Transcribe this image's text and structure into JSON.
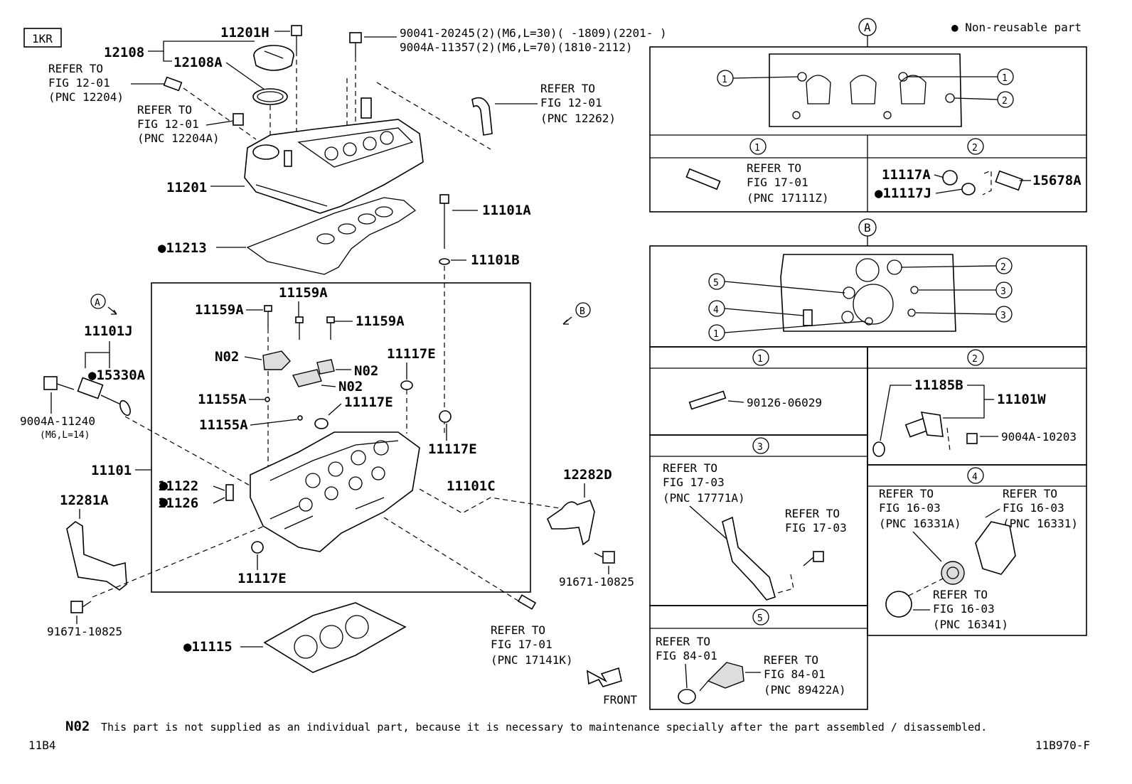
{
  "header": {
    "model": "1KR",
    "legend": "● Non-reusable part"
  },
  "main_labels": {
    "p11201H": "11201H",
    "p12108": "12108",
    "p12108A": "12108A",
    "bolt1": "90041-20245(2)(M6,L=30)(     -1809)(2201-     )",
    "bolt2": "9004A-11357(2)(M6,L=70)(1810-2112)",
    "ref1_a": "REFER TO",
    "ref1_b": "FIG 12-01",
    "ref1_c": "(PNC 12204)",
    "ref2_a": "REFER TO",
    "ref2_b": "FIG 12-01",
    "ref2_c": "(PNC 12204A)",
    "ref3_a": "REFER TO",
    "ref3_b": "FIG 12-01",
    "ref3_c": "(PNC 12262)",
    "p11201": "11201",
    "p11213": "●11213",
    "p11101A": "11101A",
    "p11101B": "11101B",
    "circA": "A",
    "circB": "B",
    "p11101J": "11101J",
    "p15330A": "●15330A",
    "p9004A11240": "9004A-11240",
    "p9004A11240b": "(M6,L=14)",
    "p11159A_1": "11159A",
    "p11159A_2": "11159A",
    "p11159A_3": "11159A",
    "pN02_1": "N02",
    "pN02_2": "N02",
    "pN02_3": "N02",
    "p11117E_1": "11117E",
    "p11117E_2": "11117E",
    "p11117E_3": "11117E",
    "p11117E_4": "11117E",
    "p11155A_1": "11155A",
    "p11155A_2": "11155A",
    "p11101": "11101",
    "p11122": "11122",
    "p11126": "11126",
    "p12281A": "12281A",
    "p11101C": "11101C",
    "p12282D": "12282D",
    "p91671_1": "91671-10825",
    "p91671_2": "91671-10825",
    "p11115": "●11115",
    "ref4_a": "REFER TO",
    "ref4_b": "FIG 17-01",
    "ref4_c": "(PNC 17141K)",
    "front": "FRONT"
  },
  "panel_a": {
    "tag": "A",
    "callouts": [
      "1",
      "1",
      "2"
    ],
    "sub1_tag": "1",
    "sub2_tag": "2",
    "sub1_ref_a": "REFER TO",
    "sub1_ref_b": "FIG 17-01",
    "sub1_ref_c": "(PNC 17111Z)",
    "p11117A": "11117A",
    "p11117J": "●11117J",
    "p15678A": "15678A"
  },
  "panel_b": {
    "tag": "B",
    "callouts": [
      "5",
      "4",
      "1",
      "2",
      "3",
      "3"
    ],
    "sub1_tag": "1",
    "sub2_tag": "2",
    "sub3_tag": "3",
    "sub4_tag": "4",
    "sub5_tag": "5",
    "p90126": "90126-06029",
    "p11185B": "11185B",
    "p11101W": "11101W",
    "p9004A10203": "9004A-10203",
    "s3_ref1_a": "REFER TO",
    "s3_ref1_b": "FIG 17-03",
    "s3_ref1_c": "(PNC 17771A)",
    "s3_ref2_a": "REFER TO",
    "s3_ref2_b": "FIG 17-03",
    "s4_ref1_a": "REFER TO",
    "s4_ref1_b": "FIG 16-03",
    "s4_ref1_c": "(PNC 16331A)",
    "s4_ref2_a": "REFER TO",
    "s4_ref2_b": "FIG 16-03",
    "s4_ref2_c": "(PNC 16331)",
    "s4_ref3_a": "REFER TO",
    "s4_ref3_b": "FIG 16-03",
    "s4_ref3_c": "(PNC 16341)",
    "s5_ref1_a": "REFER TO",
    "s5_ref1_b": "FIG 84-01",
    "s5_ref2_a": "REFER TO",
    "s5_ref2_b": "FIG 84-01",
    "s5_ref2_c": "(PNC 89422A)"
  },
  "footer": {
    "note_code": "N02",
    "note_text": "This part is not supplied as an individual part, because it is necessary to maintenance specially after the part assembled / disassembled.",
    "left_code": "11B4",
    "right_code": "11B970-F"
  }
}
